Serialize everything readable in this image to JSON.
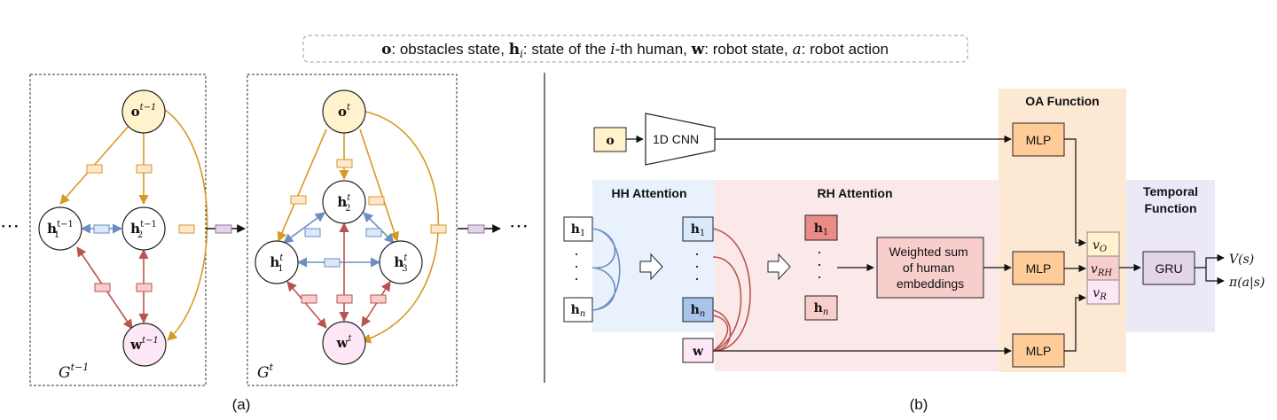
{
  "legend": {
    "o_sym": "o",
    "o_text": ": obstacles state, ",
    "h_sym": "h",
    "h_sub": "i",
    "h_text": ": state of the ",
    "h_i": "i",
    "h_text2": "-th human, ",
    "w_sym": "w",
    "w_text": ": robot state, ",
    "a_sym": "a",
    "a_text": ": robot action"
  },
  "panel_a": {
    "ellipsis_left": "⋯",
    "ellipsis_right": "⋯",
    "caption": "(a)",
    "graph_prev": {
      "label": "G",
      "label_sup": "t−1",
      "nodes": {
        "o": {
          "sym": "o",
          "sup": "t−1"
        },
        "h1": {
          "sym": "h",
          "sub": "1",
          "sup": "t−1"
        },
        "h2": {
          "sym": "h",
          "sub": "2",
          "sup": "t−1"
        },
        "w": {
          "sym": "w",
          "sup": "t−1"
        }
      }
    },
    "graph_cur": {
      "label": "G",
      "label_sup": "t",
      "nodes": {
        "o": {
          "sym": "o",
          "sup": "t"
        },
        "h1": {
          "sym": "h",
          "sub": "1",
          "sup": "t"
        },
        "h2": {
          "sym": "h",
          "sub": "2",
          "sup": "t"
        },
        "h3": {
          "sym": "h",
          "sub": "3",
          "sup": "t"
        },
        "w": {
          "sym": "w",
          "sup": "t"
        }
      }
    }
  },
  "panel_b": {
    "caption": "(b)",
    "o_input": "o",
    "cnn_label": "1D CNN",
    "hh_title": "HH Attention",
    "rh_title": "RH Attention",
    "oa_title": "OA Function",
    "temporal_title_1": "Temporal",
    "temporal_title_2": "Function",
    "h_sym": "h",
    "sub_1": "1",
    "sub_n": "n",
    "w_input": "w",
    "dot": "·",
    "weighted_sum_1": "Weighted sum",
    "weighted_sum_2": "of human",
    "weighted_sum_3": "embeddings",
    "mlp_top": "MLP",
    "mlp_mid": "MLP",
    "mlp_bot": "MLP",
    "v_sym": "v",
    "v_O_sub": "O",
    "v_RH_sub": "RH",
    "v_R_sub": "R",
    "gru_label": "GRU",
    "output_value": "V(s)",
    "output_policy": "π(a|s)"
  },
  "colors": {
    "orange_edge": "#d69a23",
    "red_edge": "#b85450",
    "blue_edge": "#6c8ebf",
    "obstacle_fill": "#fff2cc",
    "robot_fill": "#fde6f5",
    "human_fill": "#dae8fc",
    "hh_bg": "#e8f1fc",
    "rh_bg": "#fbe9e9",
    "oa_bg": "#fde8d4",
    "temporal_bg": "#ece8f8",
    "mlp_fill": "#ffcc99",
    "gru_fill": "#e1d5e7",
    "weighted_fill": "#f8cecc"
  }
}
